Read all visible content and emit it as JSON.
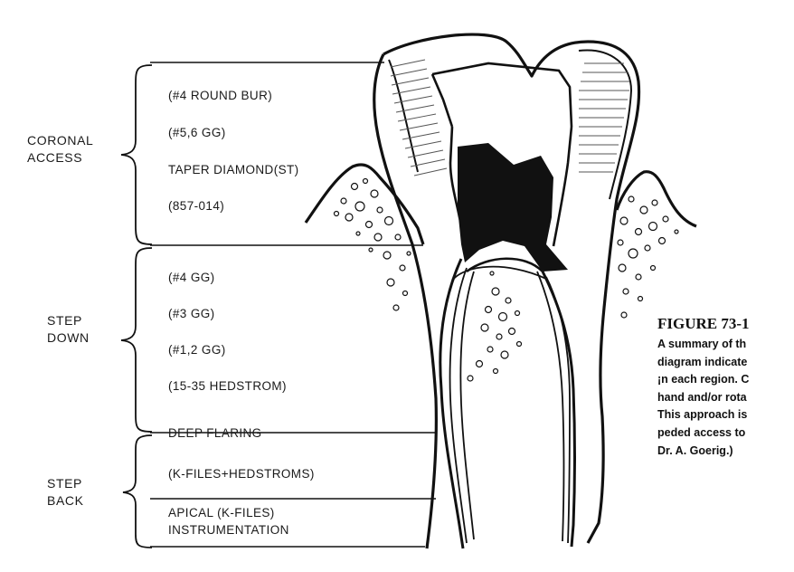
{
  "sections": [
    {
      "id": "coronal",
      "lines": [
        "CORONAL",
        "ACCESS"
      ]
    },
    {
      "id": "step-down",
      "lines": [
        "STEP",
        "DOWN"
      ]
    },
    {
      "id": "step-back",
      "lines": [
        "STEP",
        "BACK"
      ]
    }
  ],
  "instruments": {
    "coronal": [
      "(#4 ROUND BUR)",
      "(#5,6 GG)",
      "TAPER DIAMOND(ST)",
      "(857-014)"
    ],
    "step_down": [
      "(#4 GG)",
      "(#3 GG)",
      "(#1,2 GG)",
      "(15-35 HEDSTROM)"
    ],
    "step_back": [
      "DEEP FLARING",
      "(K-FILES+HEDSTROMS)"
    ],
    "apical": [
      "APICAL (K-FILES)",
      "INSTRUMENTATION"
    ]
  },
  "caption": {
    "title": "FIGURE 73-1",
    "lines": [
      "A summary of th",
      "diagram indicate",
      "¡n each region. C",
      "hand and/or rota",
      "This approach is",
      "peded access to",
      "Dr. A. Goerig.)"
    ]
  }
}
